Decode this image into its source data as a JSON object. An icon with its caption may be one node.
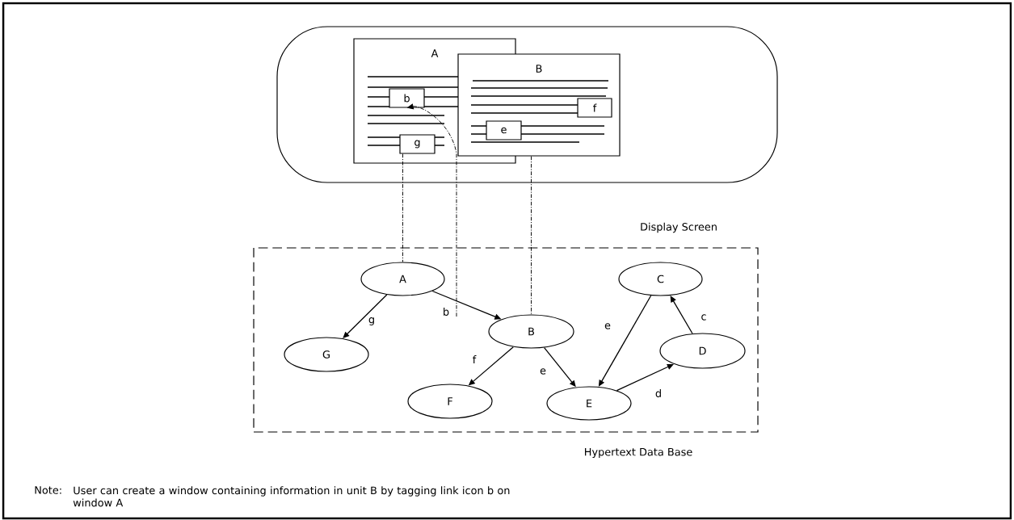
{
  "diagram": {
    "nodes": [
      {
        "text": [],
        "shape": "box",
        "beside": [
          "Display Screen"
        ]
      },
      {
        "text": [
          "A"
        ],
        "in": 0
      },
      {
        "text": [
          "B"
        ],
        "in": 0
      },
      {
        "text": [
          "b"
        ],
        "in": 1
      },
      {
        "text": [
          "g"
        ],
        "in": 1
      },
      {
        "text": [
          "e"
        ],
        "in": 2
      },
      {
        "text": [
          "f"
        ],
        "in": 2
      },
      {
        "text": [
          "Hypertext Data Base"
        ]
      },
      {
        "text": [
          "A"
        ],
        "in": 7
      },
      {
        "text": [
          "G"
        ],
        "in": 7
      },
      {
        "text": [
          "B"
        ],
        "in": 7
      },
      {
        "text": [
          "F"
        ],
        "in": 7
      },
      {
        "text": [
          "E"
        ],
        "in": 7
      },
      {
        "text": [
          "C"
        ],
        "in": 7
      },
      {
        "text": [
          "D"
        ],
        "in": 7
      }
    ],
    "edges": [
      {
        "from": 8,
        "to": 9,
        "arrow": "to",
        "label": "g"
      },
      {
        "from": 8,
        "to": 10,
        "arrow": "to",
        "label": "b"
      },
      {
        "from": 10,
        "to": 11,
        "arrow": "to",
        "label": "f"
      },
      {
        "from": 10,
        "to": 12,
        "arrow": "to",
        "label": "e"
      },
      {
        "from": 13,
        "to": 12,
        "arrow": "to",
        "label": "e"
      },
      {
        "from": 12,
        "to": 14,
        "arrow": "to",
        "label": "d"
      },
      {
        "from": 14,
        "to": 13,
        "arrow": "to",
        "label": "c"
      },
      {
        "from": 4,
        "to": 8,
        "arrow": "none",
        "style": "dashed"
      },
      {
        "from": null,
        "to": 3,
        "arrow": "to",
        "style": "dashed"
      },
      {
        "from": 2,
        "to": 10,
        "arrow": "none",
        "style": "dashed"
      }
    ],
    "labels": [
      "Note:",
      "User can create a window containing information in unit B by tagging link icon b on window A"
    ]
  }
}
